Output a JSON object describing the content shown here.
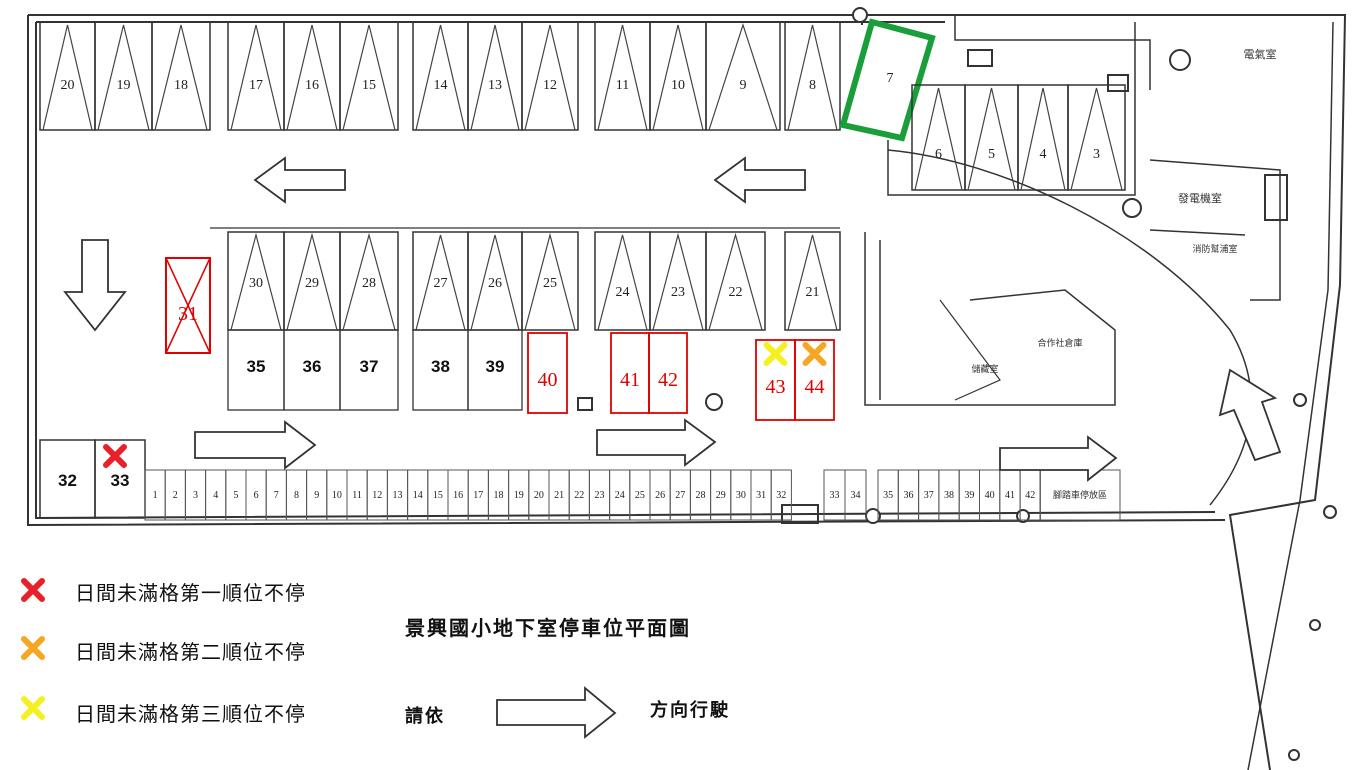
{
  "title": "景興國小地下室停車位平面圖",
  "direction": {
    "prefix": "請依",
    "suffix": "方向行駛"
  },
  "legend": [
    {
      "mark": "x-icon",
      "color": "#e8202a",
      "label": "日間未滿格第一順位不停"
    },
    {
      "mark": "x-icon",
      "color": "#f5a623",
      "label": "日間未滿格第二順位不停"
    },
    {
      "mark": "x-icon",
      "color": "#f5f020",
      "label": "日間未滿格第三順位不停"
    }
  ],
  "rooms": {
    "electrical": "電氣室",
    "generator": "發電機室",
    "fire_pump": "消防幫浦室",
    "storage": "合作社倉庫",
    "stair_room": "儲藏室",
    "bicycle": "腳踏車停放區"
  },
  "top_row": [
    "20",
    "19",
    "18",
    "17",
    "16",
    "15",
    "14",
    "13",
    "12",
    "11",
    "10",
    "9",
    "8"
  ],
  "highlighted_space": {
    "label": "7",
    "color": "#1a9e3a"
  },
  "corner_row": [
    "6",
    "5",
    "4",
    "3"
  ],
  "middle_row": [
    "30",
    "29",
    "28",
    "27",
    "26",
    "25",
    "24",
    "23",
    "22",
    "21"
  ],
  "blocked_space": {
    "label": "31",
    "status": "first-priority-no-park"
  },
  "lower_row": [
    "35",
    "36",
    "37",
    "38",
    "39"
  ],
  "red_spaces": [
    {
      "label": "40",
      "status": ""
    },
    {
      "label": "41",
      "status": ""
    },
    {
      "label": "42",
      "status": ""
    },
    {
      "label": "43",
      "status": "third-priority-no-park"
    },
    {
      "label": "44",
      "status": "second-priority-no-park"
    }
  ],
  "corner_spaces": [
    {
      "label": "32",
      "status": ""
    },
    {
      "label": "33",
      "status": "first-priority-no-park"
    }
  ],
  "motorcycle_spaces": [
    "1",
    "2",
    "3",
    "4",
    "5",
    "6",
    "7",
    "8",
    "9",
    "10",
    "11",
    "12",
    "13",
    "14",
    "15",
    "16",
    "17",
    "18",
    "19",
    "20",
    "21",
    "22",
    "23",
    "24",
    "25",
    "26",
    "27",
    "28",
    "29",
    "30",
    "31",
    "32",
    "33",
    "34",
    "35",
    "36",
    "37",
    "38",
    "39",
    "40",
    "41",
    "42"
  ]
}
